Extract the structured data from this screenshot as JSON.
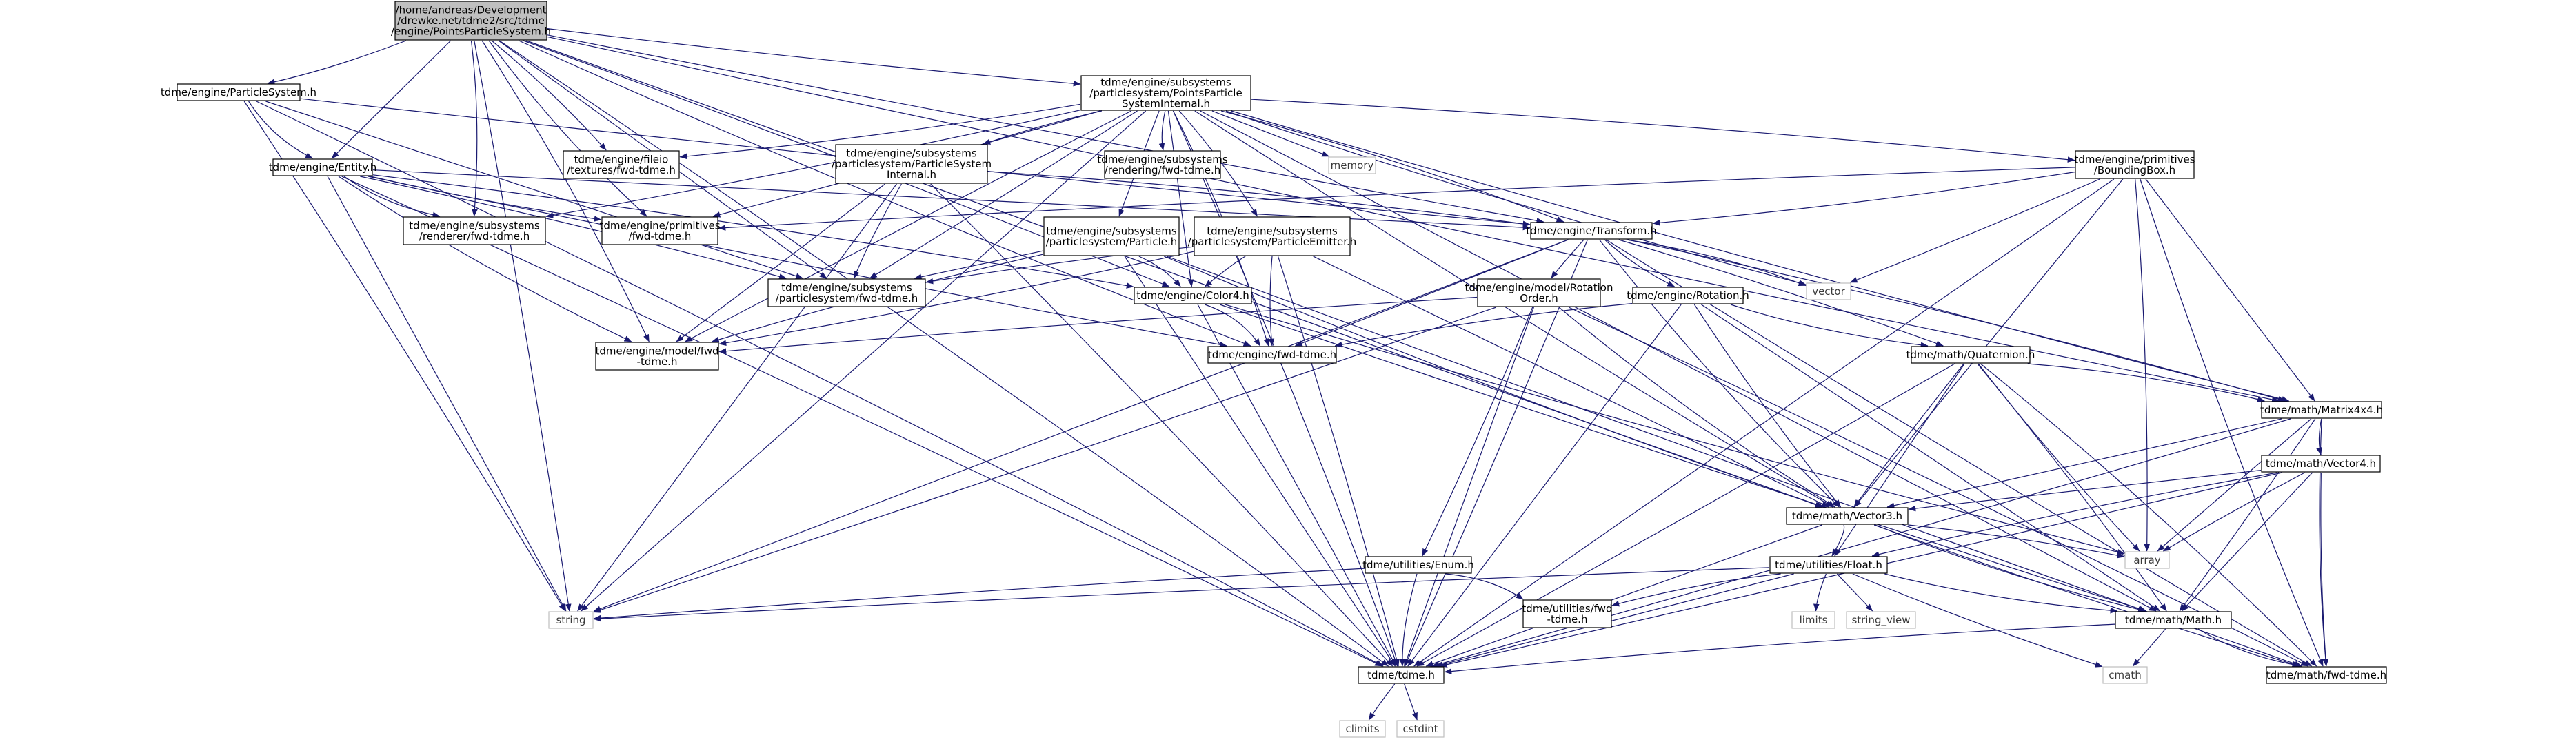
{
  "diagram": {
    "nodes": [
      {
        "id": "root",
        "lines": [
          "/home/andreas/Development",
          "/drewke.net/tdme2/src/tdme",
          "/engine/PointsParticleSystem.h"
        ],
        "kind": "root"
      },
      {
        "id": "ps",
        "lines": [
          "tdme/engine/ParticleSystem.h"
        ]
      },
      {
        "id": "ppsi",
        "lines": [
          "tdme/engine/subsystems",
          "/particlesystem/PointsParticle",
          "SystemInternal.h"
        ]
      },
      {
        "id": "entity",
        "lines": [
          "tdme/engine/Entity.h"
        ]
      },
      {
        "id": "fileio",
        "lines": [
          "tdme/engine/fileio",
          "/textures/fwd-tdme.h"
        ]
      },
      {
        "id": "rendfwd",
        "lines": [
          "tdme/engine/subsystems",
          "/rendering/fwd-tdme.h"
        ]
      },
      {
        "id": "memory",
        "lines": [
          "memory"
        ],
        "kind": "sys"
      },
      {
        "id": "psint",
        "lines": [
          "tdme/engine/subsystems",
          "/particlesystem/ParticleSystem",
          "Internal.h"
        ]
      },
      {
        "id": "bbox",
        "lines": [
          "tdme/engine/primitives",
          "/BoundingBox.h"
        ]
      },
      {
        "id": "renderer",
        "lines": [
          "tdme/engine/subsystems",
          "/renderer/fwd-tdme.h"
        ]
      },
      {
        "id": "primfwd",
        "lines": [
          "tdme/engine/primitives",
          "/fwd-tdme.h"
        ]
      },
      {
        "id": "particle",
        "lines": [
          "tdme/engine/subsystems",
          "/particlesystem/Particle.h"
        ]
      },
      {
        "id": "emitter",
        "lines": [
          "tdme/engine/subsystems",
          "/particlesystem/ParticleEmitter.h"
        ]
      },
      {
        "id": "transform",
        "lines": [
          "tdme/engine/Transform.h"
        ]
      },
      {
        "id": "vector",
        "lines": [
          "vector"
        ],
        "kind": "sys"
      },
      {
        "id": "psfwd",
        "lines": [
          "tdme/engine/subsystems",
          "/particlesystem/fwd-tdme.h"
        ]
      },
      {
        "id": "color4",
        "lines": [
          "tdme/engine/Color4.h"
        ]
      },
      {
        "id": "rotorder",
        "lines": [
          "tdme/engine/model/Rotation",
          "Order.h"
        ]
      },
      {
        "id": "rotation",
        "lines": [
          "tdme/engine/Rotation.h"
        ]
      },
      {
        "id": "modelfwd",
        "lines": [
          "tdme/engine/model/fwd",
          "-tdme.h"
        ]
      },
      {
        "id": "enginefwd",
        "lines": [
          "tdme/engine/fwd-tdme.h"
        ]
      },
      {
        "id": "quat",
        "lines": [
          "tdme/math/Quaternion.h"
        ]
      },
      {
        "id": "mat4",
        "lines": [
          "tdme/math/Matrix4x4.h"
        ]
      },
      {
        "id": "vec4",
        "lines": [
          "tdme/math/Vector4.h"
        ]
      },
      {
        "id": "vec3",
        "lines": [
          "tdme/math/Vector3.h"
        ]
      },
      {
        "id": "array",
        "lines": [
          "array"
        ],
        "kind": "sys"
      },
      {
        "id": "enum",
        "lines": [
          "tdme/utilities/Enum.h"
        ]
      },
      {
        "id": "float",
        "lines": [
          "tdme/utilities/Float.h"
        ]
      },
      {
        "id": "string",
        "lines": [
          "string"
        ],
        "kind": "sys"
      },
      {
        "id": "utilfwd",
        "lines": [
          "tdme/utilities/fwd",
          "-tdme.h"
        ]
      },
      {
        "id": "limits",
        "lines": [
          "limits"
        ],
        "kind": "sys"
      },
      {
        "id": "strview",
        "lines": [
          "string_view"
        ],
        "kind": "sys"
      },
      {
        "id": "math",
        "lines": [
          "tdme/math/Math.h"
        ]
      },
      {
        "id": "tdme",
        "lines": [
          "tdme/tdme.h"
        ]
      },
      {
        "id": "cmath",
        "lines": [
          "cmath"
        ],
        "kind": "sys"
      },
      {
        "id": "mathfwd",
        "lines": [
          "tdme/math/fwd-tdme.h"
        ]
      },
      {
        "id": "climits",
        "lines": [
          "climits"
        ],
        "kind": "sys"
      },
      {
        "id": "cstdint",
        "lines": [
          "cstdint"
        ],
        "kind": "sys"
      }
    ],
    "edges": [
      [
        "root",
        "ps"
      ],
      [
        "root",
        "ppsi"
      ],
      [
        "root",
        "entity"
      ],
      [
        "root",
        "fileio"
      ],
      [
        "root",
        "renderer"
      ],
      [
        "root",
        "primfwd"
      ],
      [
        "root",
        "transform"
      ],
      [
        "root",
        "psfwd"
      ],
      [
        "root",
        "color4"
      ],
      [
        "root",
        "modelfwd"
      ],
      [
        "root",
        "enginefwd"
      ],
      [
        "root",
        "mat4"
      ],
      [
        "root",
        "vec3"
      ],
      [
        "root",
        "string"
      ],
      [
        "root",
        "tdme"
      ],
      [
        "ps",
        "entity"
      ],
      [
        "ps",
        "transform"
      ],
      [
        "ps",
        "psfwd"
      ],
      [
        "ps",
        "string"
      ],
      [
        "ps",
        "tdme"
      ],
      [
        "ppsi",
        "fileio"
      ],
      [
        "ppsi",
        "rendfwd"
      ],
      [
        "ppsi",
        "memory"
      ],
      [
        "ppsi",
        "psint"
      ],
      [
        "ppsi",
        "bbox"
      ],
      [
        "ppsi",
        "renderer"
      ],
      [
        "ppsi",
        "primfwd"
      ],
      [
        "ppsi",
        "particle"
      ],
      [
        "ppsi",
        "emitter"
      ],
      [
        "ppsi",
        "transform"
      ],
      [
        "ppsi",
        "vector"
      ],
      [
        "ppsi",
        "psfwd"
      ],
      [
        "ppsi",
        "color4"
      ],
      [
        "ppsi",
        "modelfwd"
      ],
      [
        "ppsi",
        "enginefwd"
      ],
      [
        "ppsi",
        "mat4"
      ],
      [
        "ppsi",
        "vec3"
      ],
      [
        "ppsi",
        "math"
      ],
      [
        "ppsi",
        "string"
      ],
      [
        "ppsi",
        "tdme"
      ],
      [
        "entity",
        "renderer"
      ],
      [
        "entity",
        "primfwd"
      ],
      [
        "entity",
        "transform"
      ],
      [
        "entity",
        "psfwd"
      ],
      [
        "entity",
        "color4"
      ],
      [
        "entity",
        "modelfwd"
      ],
      [
        "entity",
        "enginefwd"
      ],
      [
        "entity",
        "string"
      ],
      [
        "entity",
        "tdme"
      ],
      [
        "psint",
        "transform"
      ],
      [
        "psint",
        "psfwd"
      ],
      [
        "psint",
        "modelfwd"
      ],
      [
        "psint",
        "string"
      ],
      [
        "psint",
        "tdme"
      ],
      [
        "bbox",
        "primfwd"
      ],
      [
        "bbox",
        "transform"
      ],
      [
        "bbox",
        "vector"
      ],
      [
        "bbox",
        "mat4"
      ],
      [
        "bbox",
        "vec3"
      ],
      [
        "bbox",
        "array"
      ],
      [
        "bbox",
        "mathfwd"
      ],
      [
        "bbox",
        "tdme"
      ],
      [
        "particle",
        "psfwd"
      ],
      [
        "particle",
        "color4"
      ],
      [
        "particle",
        "modelfwd"
      ],
      [
        "particle",
        "vec3"
      ],
      [
        "particle",
        "mathfwd"
      ],
      [
        "particle",
        "tdme"
      ],
      [
        "emitter",
        "psfwd"
      ],
      [
        "emitter",
        "color4"
      ],
      [
        "emitter",
        "modelfwd"
      ],
      [
        "emitter",
        "enginefwd"
      ],
      [
        "emitter",
        "vec3"
      ],
      [
        "emitter",
        "tdme"
      ],
      [
        "transform",
        "vector"
      ],
      [
        "transform",
        "rotorder"
      ],
      [
        "transform",
        "rotation"
      ],
      [
        "transform",
        "enginefwd"
      ],
      [
        "transform",
        "quat"
      ],
      [
        "transform",
        "mat4"
      ],
      [
        "transform",
        "vec3"
      ],
      [
        "transform",
        "mathfwd"
      ],
      [
        "transform",
        "string"
      ],
      [
        "transform",
        "tdme"
      ],
      [
        "color4",
        "enginefwd"
      ],
      [
        "color4",
        "array"
      ],
      [
        "color4",
        "math"
      ],
      [
        "color4",
        "tdme"
      ],
      [
        "rotorder",
        "modelfwd"
      ],
      [
        "rotorder",
        "enum"
      ],
      [
        "rotorder",
        "vec3"
      ],
      [
        "rotorder",
        "string"
      ],
      [
        "rotorder",
        "tdme"
      ],
      [
        "rotorder",
        "mathfwd"
      ],
      [
        "rotation",
        "enginefwd"
      ],
      [
        "rotation",
        "quat"
      ],
      [
        "rotation",
        "vec3"
      ],
      [
        "rotation",
        "math"
      ],
      [
        "rotation",
        "tdme"
      ],
      [
        "quat",
        "mat4"
      ],
      [
        "quat",
        "vec3"
      ],
      [
        "quat",
        "array"
      ],
      [
        "quat",
        "float"
      ],
      [
        "quat",
        "math"
      ],
      [
        "quat",
        "mathfwd"
      ],
      [
        "quat",
        "tdme"
      ],
      [
        "mat4",
        "vec4"
      ],
      [
        "mat4",
        "vec3"
      ],
      [
        "mat4",
        "array"
      ],
      [
        "mat4",
        "math"
      ],
      [
        "mat4",
        "mathfwd"
      ],
      [
        "mat4",
        "tdme"
      ],
      [
        "vec4",
        "vec3"
      ],
      [
        "vec4",
        "array"
      ],
      [
        "vec4",
        "float"
      ],
      [
        "vec4",
        "math"
      ],
      [
        "vec4",
        "mathfwd"
      ],
      [
        "vec4",
        "tdme"
      ],
      [
        "vec3",
        "array"
      ],
      [
        "vec3",
        "float"
      ],
      [
        "vec3",
        "math"
      ],
      [
        "vec3",
        "mathfwd"
      ],
      [
        "vec3",
        "tdme"
      ],
      [
        "enum",
        "string"
      ],
      [
        "enum",
        "utilfwd"
      ],
      [
        "enum",
        "tdme"
      ],
      [
        "float",
        "limits"
      ],
      [
        "float",
        "strview"
      ],
      [
        "float",
        "string"
      ],
      [
        "float",
        "utilfwd"
      ],
      [
        "float",
        "math"
      ],
      [
        "float",
        "cmath"
      ],
      [
        "float",
        "tdme"
      ],
      [
        "math",
        "cmath"
      ],
      [
        "math",
        "tdme"
      ],
      [
        "math",
        "mathfwd"
      ],
      [
        "tdme",
        "climits"
      ],
      [
        "tdme",
        "cstdint"
      ]
    ]
  }
}
